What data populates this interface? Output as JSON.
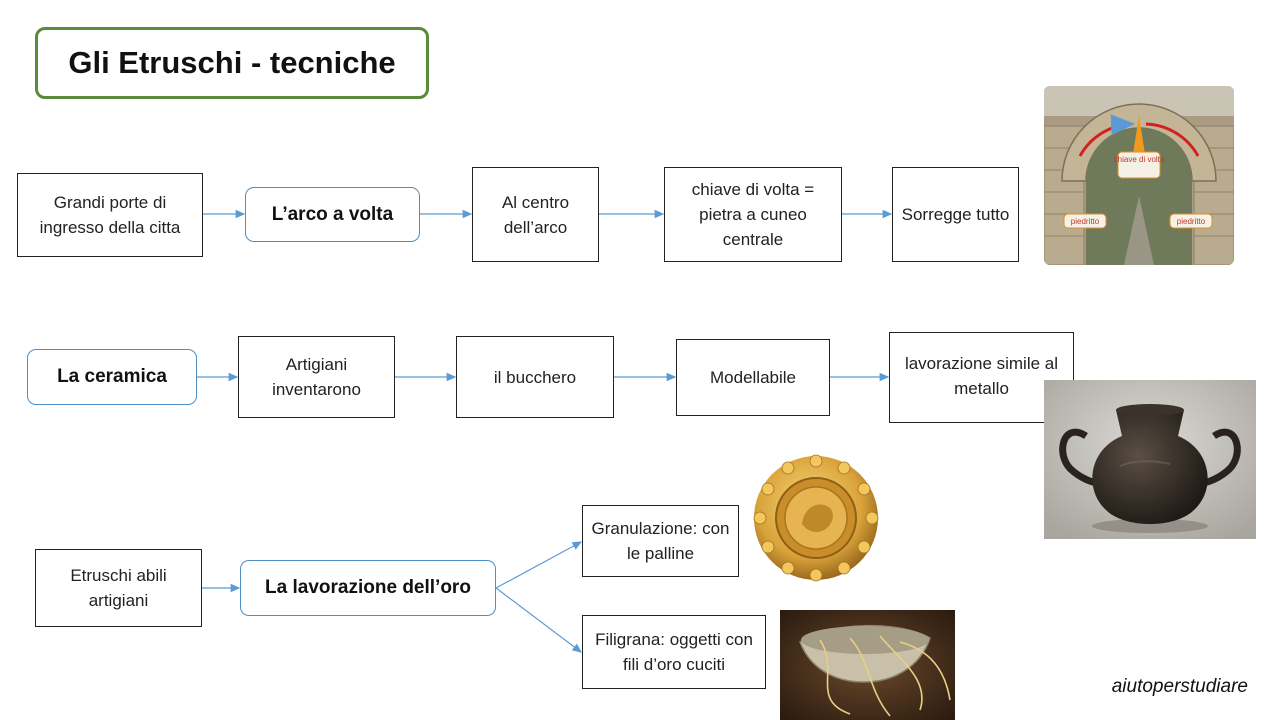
{
  "title": "Gli Etruschi - tecniche",
  "row_arco": {
    "start": "Grandi porte di ingresso della citta",
    "main": "L’arco a volta",
    "step1": "Al centro dell’arco",
    "step2": "chiave di volta = pietra a cuneo centrale",
    "step3": "Sorregge tutto"
  },
  "arch_photo": {
    "label_key": "chiave di volta",
    "label_left": "piedritto",
    "label_right": "piedritto"
  },
  "row_ceramica": {
    "main": "La ceramica",
    "step1": "Artigiani inventarono",
    "step2": "il bucchero",
    "step3": "Modellabile",
    "step4": "lavorazione simile al metallo"
  },
  "row_oro": {
    "start": "Etruschi abili artigiani",
    "main": "La lavorazione dell’oro",
    "branch1": "Granulazione: con le palline",
    "branch2": "Filigrana: oggetti con fili d’oro cuciti"
  },
  "footer": "aiutoperstudiare",
  "colors": {
    "title_border": "#5a8a3a",
    "connector": "#5b9bd5",
    "rounded_border": "#4e8fc6"
  },
  "icons": [
    "arch-photo",
    "bucchero-vase-photo",
    "gold-granulation-disc-photo",
    "filigree-bowl-photo"
  ]
}
